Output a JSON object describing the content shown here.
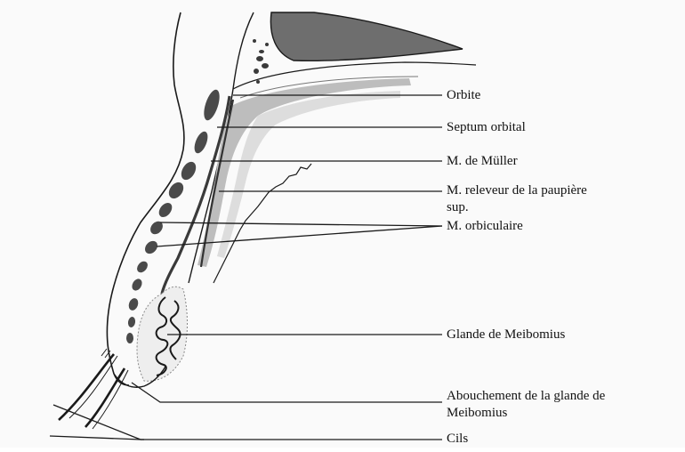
{
  "figure": {
    "labels": {
      "orbite": "Orbite",
      "septum": "Septum orbital",
      "muller": "M. de Müller",
      "releveur_line1": "M. releveur de la paupière",
      "releveur_line2": "sup.",
      "orbiculaire": "M. orbiculaire",
      "meibomius": "Glande de Meibomius",
      "abouchement_line1": "Abouchement de la glande de",
      "abouchement_line2": "Meibomius",
      "cils": "Cils"
    },
    "colors": {
      "outline": "#1a1a1a",
      "orbicularis_fill": "#4a4a4a",
      "bone_fill": "#6e6e6e",
      "levator_fill": "#bdbdbd",
      "septum_fill": "#dddddd",
      "paper": "#fafafa"
    }
  }
}
